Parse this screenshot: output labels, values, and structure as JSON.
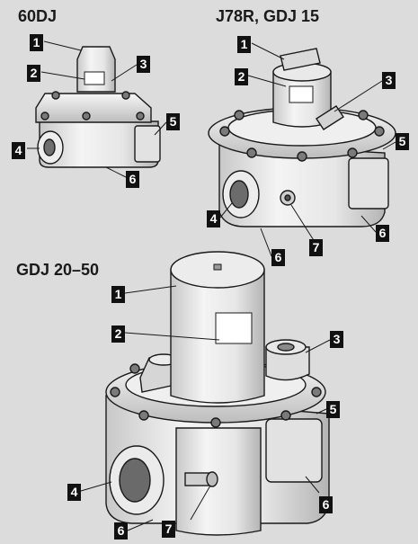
{
  "headings": {
    "h60dj": "60DJ",
    "hj78r": "J78R, GDJ 15",
    "hgdj": "GDJ 20–50"
  },
  "colors": {
    "background": "#dcdcdc",
    "metal_light": "#f2f2f2",
    "metal_mid": "#d9d9d9",
    "metal_dark": "#9a9a9a",
    "outline": "#1a1a1a",
    "label_box": "#111111"
  },
  "labels": {
    "a": [
      "1",
      "2",
      "3",
      "4",
      "5",
      "6"
    ],
    "b": [
      "1",
      "2",
      "3",
      "4",
      "5",
      "6",
      "6",
      "7"
    ],
    "c": [
      "1",
      "2",
      "3",
      "4",
      "5",
      "6",
      "6",
      "7"
    ]
  }
}
